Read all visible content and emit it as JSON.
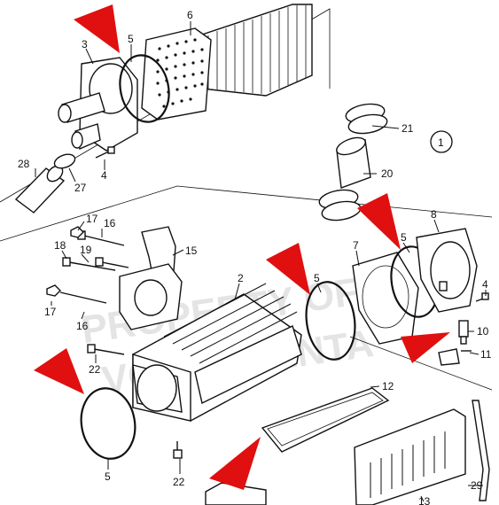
{
  "diagram": {
    "watermark_lines": [
      "PROPERTY OF",
      "VOLVO PENTA"
    ],
    "circled_label": "1",
    "callouts": [
      {
        "id": "c6",
        "text": "6"
      },
      {
        "id": "c3",
        "text": "3"
      },
      {
        "id": "c5a",
        "text": "5"
      },
      {
        "id": "c21",
        "text": "21"
      },
      {
        "id": "c28",
        "text": "28"
      },
      {
        "id": "c27",
        "text": "27"
      },
      {
        "id": "c4a",
        "text": "4"
      },
      {
        "id": "c20",
        "text": "20"
      },
      {
        "id": "c8",
        "text": "8"
      },
      {
        "id": "c17a",
        "text": "17"
      },
      {
        "id": "c16a",
        "text": "16"
      },
      {
        "id": "c18",
        "text": "18"
      },
      {
        "id": "c19",
        "text": "19"
      },
      {
        "id": "c15",
        "text": "15"
      },
      {
        "id": "c7",
        "text": "7"
      },
      {
        "id": "c5b",
        "text": "5"
      },
      {
        "id": "c2",
        "text": "2"
      },
      {
        "id": "c5c",
        "text": "5"
      },
      {
        "id": "c4b",
        "text": "4"
      },
      {
        "id": "c17b",
        "text": "17"
      },
      {
        "id": "c16b",
        "text": "16"
      },
      {
        "id": "c10",
        "text": "10"
      },
      {
        "id": "c11",
        "text": "11"
      },
      {
        "id": "c22a",
        "text": "22"
      },
      {
        "id": "c12",
        "text": "12"
      },
      {
        "id": "c5d",
        "text": "5"
      },
      {
        "id": "c22b",
        "text": "22"
      },
      {
        "id": "c13",
        "text": "13"
      },
      {
        "id": "c29",
        "text": "29"
      }
    ]
  }
}
